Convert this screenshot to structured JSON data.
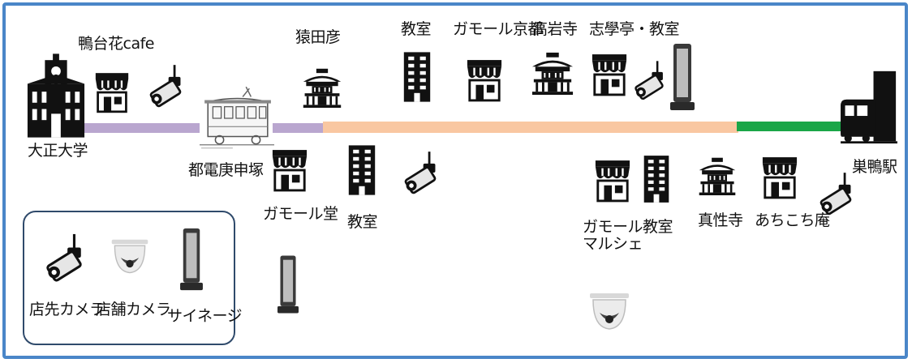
{
  "colors": {
    "frame": "#4a86c8",
    "segment_purple": "#b9a6cf",
    "segment_orange": "#f9c7a1",
    "segment_green": "#1aa648"
  },
  "stops": {
    "taisho_univ": "大正大学",
    "kamodai_cafe": "鴨台花cafe",
    "tram_station": "都電庚申塚",
    "sarutahiko": "猿田彦",
    "gamall_do": "ガモール堂",
    "classroom_1": "教室",
    "classroom_2": "教室",
    "gamall_kyoto": "ガモール京都",
    "koganji": "高岩寺",
    "shigakutei": "志學亭・教室",
    "gamall_marche": "ガモール\nマルシェ",
    "classroom_3": "教室",
    "shinshoji": "真性寺",
    "achikochi": "あちこち庵",
    "sugamo_station": "巣鴨駅"
  },
  "legend": {
    "camera_store": "店先カメラ",
    "camera_inside": "店舗カメラ",
    "signage": "サイネージ"
  }
}
